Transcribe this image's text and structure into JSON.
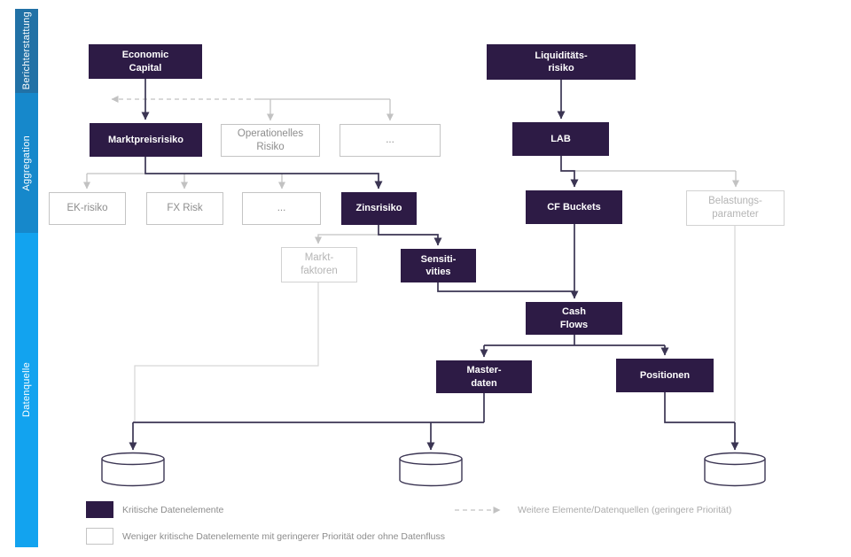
{
  "colors": {
    "critical-fill": "#2D1B45",
    "dark-line": "#3B3553",
    "gray-line": "#C2C2C2",
    "faint-line": "#D6D6D6",
    "light-border": "#C4C4C4",
    "faint-border": "#D2D2D2",
    "light-text": "#8D8D8D",
    "faint-text": "#B5B5B5",
    "legend-text": "#8C8C8C",
    "legend-text-light": "#ABABAB",
    "sidebar-1": "#2171A6",
    "sidebar-2": "#1688CB",
    "sidebar-3": "#12A3EF"
  },
  "sidebar": {
    "sections": [
      {
        "label": "Berichterstattung"
      },
      {
        "label": "Aggregation"
      },
      {
        "label": "Datenquelle"
      }
    ]
  },
  "nodes": {
    "economic_capital": "Economic\nCapital",
    "liquiditaetsrisiko": "Liquiditäts-\nrisiko",
    "marktpreisrisiko": "Marktpreisrisiko",
    "operationelles_risiko": "Operationelles\nRisiko",
    "dots_top": "...",
    "lab": "LAB",
    "ek_risiko": "EK-risiko",
    "fx_risk": "FX Risk",
    "dots_mid": "...",
    "zinsrisiko": "Zinsrisiko",
    "cf_buckets": "CF Buckets",
    "belastungsparameter": "Belastungs-\nparameter",
    "marktfaktoren": "Markt-\nfaktoren",
    "sensitivities": "Sensiti-\nvities",
    "cash_flows": "Cash\nFlows",
    "masterdaten": "Master-\ndaten",
    "positionen": "Positionen"
  },
  "legend": {
    "critical": "Kritische Datenelemente",
    "less_critical": "Weniger kritische Datenelemente mit geringerer Priorität oder ohne Datenfluss",
    "further": "Weitere Elemente/Datenquellen (geringere Priorität)"
  }
}
